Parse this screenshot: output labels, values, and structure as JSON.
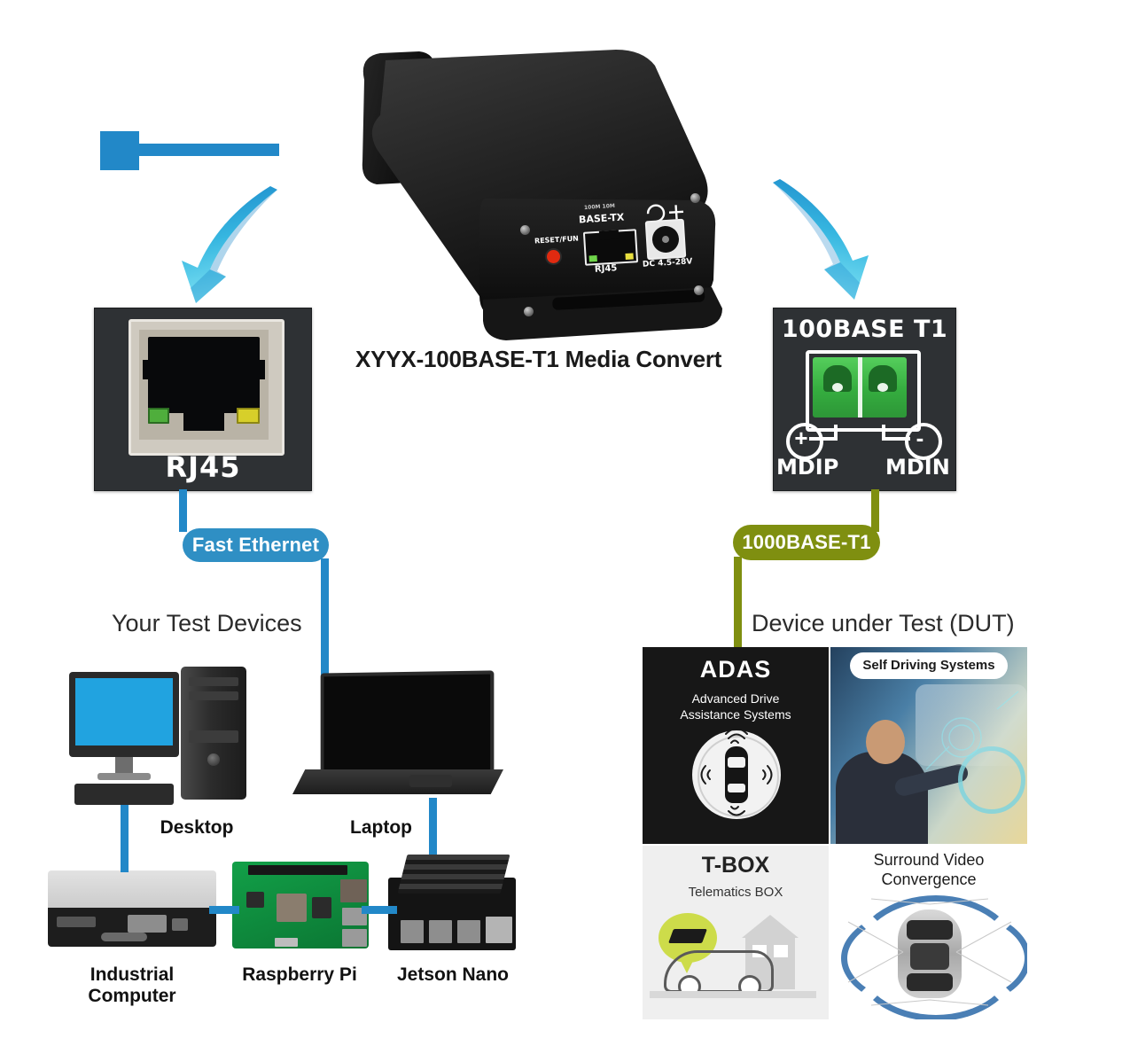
{
  "diagram": {
    "title": "XYYX-100BASE-T1 Media Convert",
    "colors": {
      "ethernet_blue": "#2288c8",
      "t1_olive": "#7f8f10",
      "panel_dark": "#2e3134"
    }
  },
  "converter": {
    "labels": {
      "reset": "RESET/FUN",
      "base_tx": "BASE-TX",
      "speed": "100M 10M",
      "rj45": "RJ45",
      "dc": "DC 4.5-28V"
    }
  },
  "ports": {
    "left": {
      "caption": "RJ45"
    },
    "right": {
      "caption": "100BASE T1",
      "plus_sign": "+",
      "minus_sign": "-",
      "mdip": "MDIP",
      "mdin": "MDIN"
    }
  },
  "links": {
    "left_badge": "Fast Ethernet",
    "right_badge": "1000BASE-T1"
  },
  "sections": {
    "left_heading": "Your Test Devices",
    "right_heading": "Device under Test (DUT)"
  },
  "test_devices": [
    {
      "label": "Desktop"
    },
    {
      "label": "Laptop"
    },
    {
      "label": "Industrial\nComputer",
      "line1": "Industrial",
      "line2": "Computer"
    },
    {
      "label": "Raspberry Pi"
    },
    {
      "label": "Jetson Nano"
    }
  ],
  "dut": {
    "adas": {
      "title": "ADAS",
      "subtitle_line1": "Advanced Drive",
      "subtitle_line2": "Assistance Systems"
    },
    "self_driving": {
      "badge": "Self Driving Systems"
    },
    "tbox": {
      "title": "T-BOX",
      "subtitle": "Telematics BOX"
    },
    "surround": {
      "title_line1": "Surround Video",
      "title_line2": "Convergence"
    }
  }
}
